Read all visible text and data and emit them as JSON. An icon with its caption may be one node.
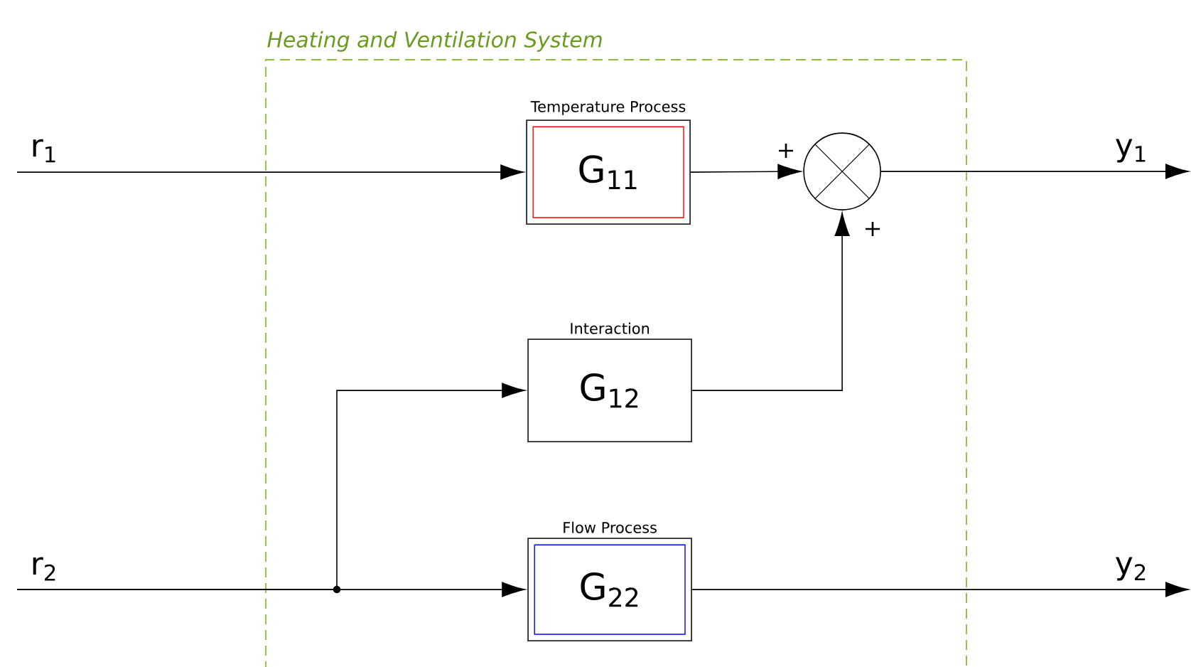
{
  "diagram": {
    "nodes": [
      {
        "text": [
          "Heating and Ventilation System"
        ]
      },
      {
        "text": [
          "Temperature Process",
          "G$_{11}$"
        ],
        "in": 0
      },
      {
        "text": [
          "Interaction",
          "G$_{12}$"
        ],
        "in": 0
      },
      {
        "text": [
          "Flow Process",
          "G$_{22}$"
        ],
        "in": 0
      },
      {
        "text": [],
        "shape": "circle",
        "in": 0
      }
    ],
    "edges": [
      {
        "from": null,
        "to": 1,
        "arrow": "to",
        "label": "r$_{1}$"
      },
      {
        "from": 1,
        "to": 4,
        "arrow": "to",
        "label": "+"
      },
      {
        "from": 2,
        "to": 4,
        "arrow": "to",
        "label": "+"
      },
      {
        "from": 4,
        "to": null,
        "arrow": "to",
        "label": "y$_{1}$"
      },
      {
        "from": null,
        "to": 2,
        "arrow": "to"
      },
      {
        "from": null,
        "to": 3,
        "arrow": "to",
        "label": "r$_{2}$"
      },
      {
        "from": 3,
        "to": null,
        "arrow": "to",
        "label": "y$_{2}$"
      }
    ]
  }
}
